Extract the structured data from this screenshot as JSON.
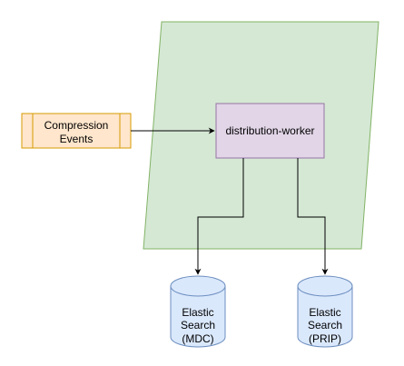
{
  "nodes": {
    "compression_events": {
      "lines": [
        "Compression",
        "Events"
      ],
      "fill": "#ffe6cc",
      "stroke": "#d79b00"
    },
    "distribution_worker": {
      "label": "distribution-worker",
      "fill": "#e1d5e7",
      "stroke": "#9673a6"
    },
    "elastic_mdc": {
      "lines": [
        "Elastic",
        "Search",
        "(MDC)"
      ],
      "fill": "#dae8fc",
      "stroke": "#6c8ebf"
    },
    "elastic_prip": {
      "lines": [
        "Elastic",
        "Search",
        "(PRIP)"
      ],
      "fill": "#dae8fc",
      "stroke": "#6c8ebf"
    }
  },
  "container": {
    "fill": "#d5e8d4",
    "stroke": "#82b366"
  },
  "edge_color": "#000000"
}
